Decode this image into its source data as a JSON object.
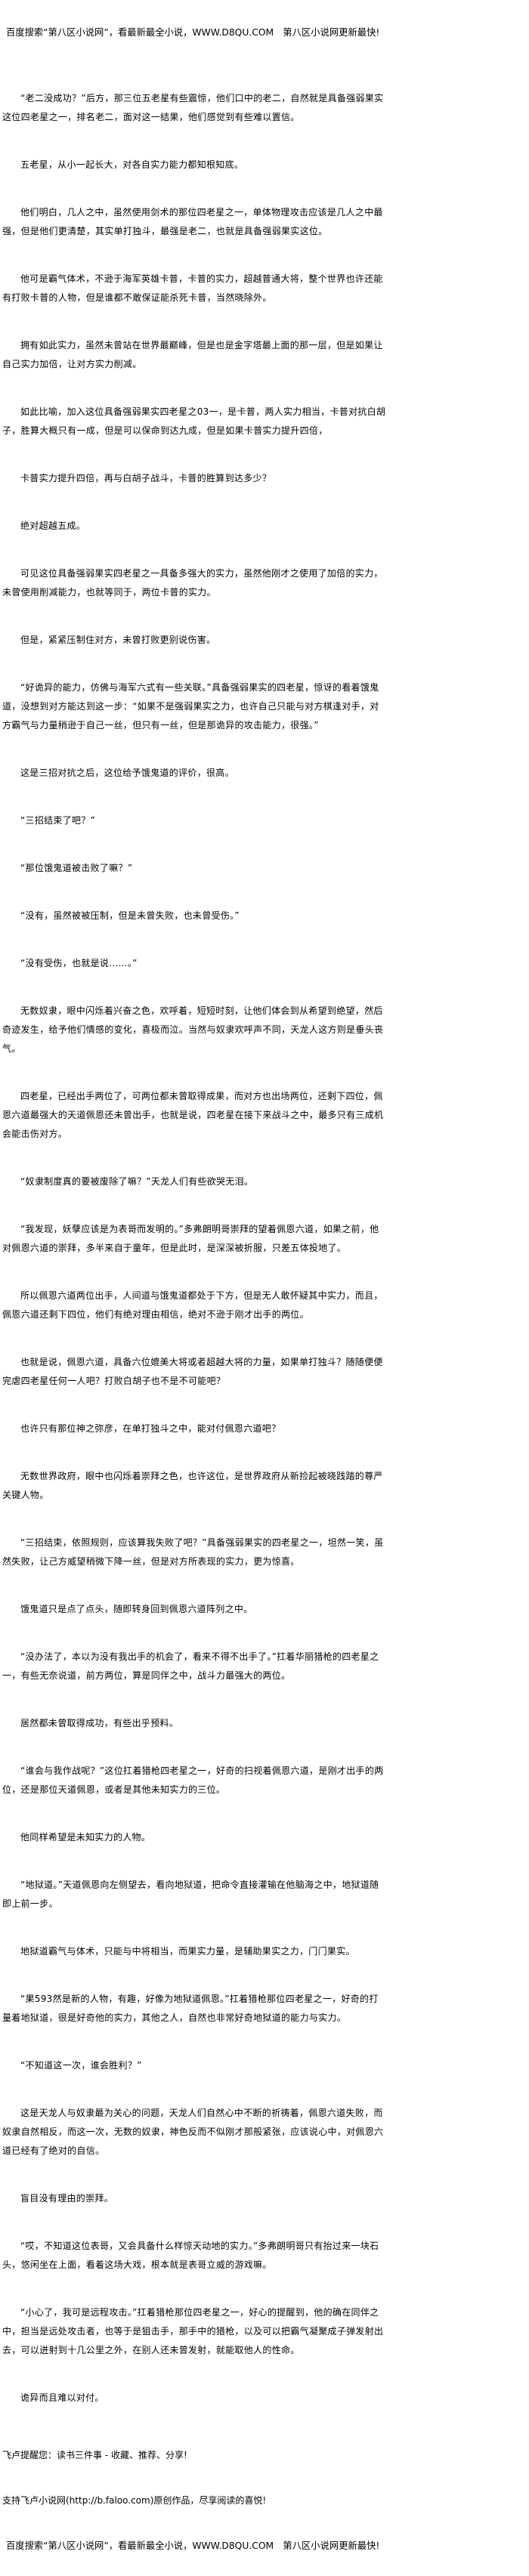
{
  "banner": "百度搜索“第八区小说网”，看最新最全小说，WWW.D8QU.COM　第八区小说网更新最快!",
  "paragraphs": [
    "“老二没成功？”后方，那三位五老星有些震惊，他们口中的老二，自然就是具备强弱果实这位四老星之一，排名老二，面对这一结果，他们感觉到有些难以置信。",
    "五老星，从小一起长大，对各自实力能力都知根知底。",
    "他们明白，几人之中，虽然使用剑术的那位四老星之一，单体物理攻击应该是几人之中最强，但是他们更清楚，其实单打独斗，最强是老二，也就是具备强弱果实这位。",
    "他可是霸气体术，不逊于海军英雄卡普，卡普的实力，超越普通大将，整个世界也许还能有打败卡普的人物，但是谁都不敢保证能杀死卡普，当然晓除外。",
    "拥有如此实力，虽然未曾站在世界最巅峰，但是也是金字塔最上面的那一层，但是如果让自己实力加倍，让对方实力削减。",
    "如此比喻，加入这位具备强弱果实四老星之03一，是卡普，两人实力相当，卡普对抗白胡子，胜算大概只有一成，但是可以保命到达九成，但是如果卡普实力提升四倍，",
    "卡普实力提升四倍，再与白胡子战斗，卡普的胜算到达多少？",
    "绝对超越五成。",
    "可见这位具备强弱果实四老星之一具备多强大的实力，虽然他刚才之使用了加倍的实力，未曾使用削减能力，也就等同于，两位卡普的实力。",
    "但是，紧紧压制住对方，未曾打败更别说伤害。",
    "“好诡异的能力，仿佛与海军六式有一些关联。”具备强弱果实的四老星，惊讶的看着饿鬼道，没想到对方能达到这一步：“如果不是强弱果实之力，也许自己只能与对方棋逢对手，对方霸气与力量稍逊于自己一丝，但只有一丝，但是那诡异的攻击能力，很强。”",
    "这是三招对抗之后，这位给予饿鬼道的评价，很高。",
    "“三招结束了吧？”",
    "“那位饿鬼道被击败了嘛？”",
    "“没有，虽然被被压制，但是未曾失败，也未曾受伤。”",
    "“没有受伤，也就是说……。”",
    "无数奴隶，眼中闪烁着兴奋之色，欢呼着，短短时刻，让他们体会到从希望到绝望，然后奇迹发生，给予他们情感的变化，喜极而泣。当然与奴隶欢呼声不同，天龙人这方则是垂头丧气。",
    "四老星，已经出手两位了，可两位都未曾取得成果，而对方也出场两位，还剩下四位，佩恩六道最强大的天道佩恩还未曾出手，也就是说，四老星在接下来战斗之中，最多只有三成机会能击伤对方。",
    "“奴隶制度真的要被废除了嘛？”天龙人们有些欲哭无泪。",
    "“我发现，妖孽应该是为表哥而发明的。”多弗朗明哥崇拜的望着佩恩六道，如果之前，他对佩恩六道的崇拜，多半来自于童年，但是此时，是深深被折服，只差五体投地了。",
    "所以佩恩六道两位出手，人间道与饿鬼道都处于下方，但是无人敢怀疑其中实力，而且，佩恩六道还剩下四位，他们有绝对理由相信，绝对不逊于刚才出手的两位。",
    "也就是说，佩恩六道，具备六位媲美大将或者超越大将的力量，如果单打独斗？随随便便完虐四老星任何一人吧？打败白胡子也不是不可能吧？",
    "也许只有那位神之弥彦，在单打独斗之中，能对付佩恩六道吧？",
    "无数世界政府，眼中也闪烁着崇拜之色，也许这位，是世界政府从新捡起被晓践踏的尊严关键人物。",
    "“三招结束，依照规则，应该算我失败了吧？”具备强弱果实的四老星之一，坦然一笑，虽然失败，让己方威望稍微下降一丝，但是对方所表现的实力，更为惊喜。",
    "饿鬼道只是点了点头，随即转身回到佩恩六道阵列之中。",
    "“没办法了，本以为没有我出手的机会了，看来不得不出手了。”扛着华丽猎枪的四老星之一，有些无奈说道，前方两位，算是同伴之中，战斗力最强大的两位。",
    "居然都未曾取得成功，有些出乎预料。",
    "“谁会与我作战呢？”这位扛着猎枪四老星之一，好奇的扫视着佩恩六道，是刚才出手的两位，还是那位天道佩恩，或者是其他未知实力的三位。",
    "他同样希望是未知实力的人物。",
    "“地狱道。”天道佩恩向左侧望去，看向地狱道，把命令直接灌输在他脑海之中，地狱道随即上前一步。",
    "地狱道霸气与体术，只能与中将相当，而果实力量，是辅助果实之力，门门果实。",
    "“果593然是新的人物，有趣，好像为地狱道佩恩。”扛着猎枪那位四老星之一，好奇的打量着地狱道，很是好奇他的实力，其他之人，自然也非常好奇地狱道的能力与实力。",
    "“不知道这一次，谁会胜利？”",
    "这是天龙人与奴隶最为关心的问题，天龙人们自然心中不断的祈祷着，佩恩六道失败，而奴隶自然相反，而这一次，无数的奴隶，神色反而不似刚才那般紧张，应该说心中，对佩恩六道已经有了绝对的自信。",
    "盲目没有理由的崇拜。",
    "“哎，不知道这位表哥，又会具备什么样惊天动地的实力。”多弗朗明哥只有抬过来一块石头，悠闲坐在上面，看着这场大戏，根本就是表哥立威的游戏嘛。",
    "“小心了，我可是远程攻击。”扛着猎枪那位四老星之一，好心的提醒到，他的确在同伴之中，担当是远处攻击者，也等于是狙击手，那手中的猎枪，以及可以把霸气凝聚成子弹发射出去，可以迸射到十几公里之外，在别人还未曾发射，就能取他人的性命。",
    "诡异而且难以对付。"
  ],
  "footer": {
    "reminder": "飞卢提醒您：读书三件事 - 收藏、推荐、分享!",
    "support": "支持飞卢小说网(http://b.faloo.com)原创作品，尽享阅读的喜悦!"
  }
}
